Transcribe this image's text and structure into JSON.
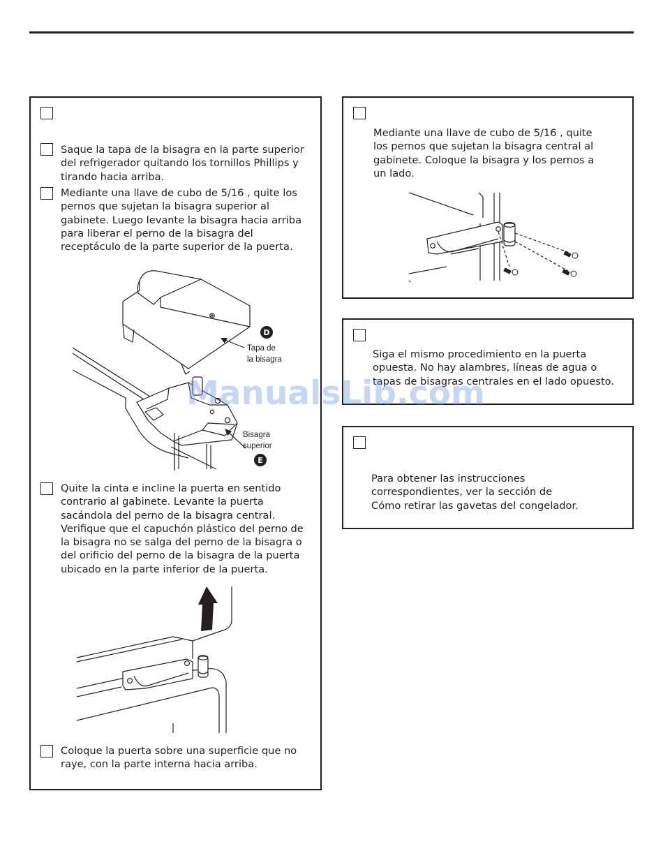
{
  "watermark": "ManualsLib.com",
  "left_panel": {
    "step_1": "Saque la tapa de la bisagra en la parte superior\ndel refrigerador quitando los tornillos Phillips y\ntirando hacia arriba.",
    "step_2": "Mediante una llave de cubo de 5/16   , quite los\npernos que sujetan la bisagra superior al\ngabinete. Luego levante la bisagra hacia arriba\npara liberar el perno de la bisagra del\nreceptáculo de la parte superior de la puerta.",
    "figure_top": {
      "label_d_line1": "Tapa de",
      "label_d_line2": "la bisagra",
      "badge_d": "D",
      "label_e_line1": "Bisagra",
      "label_e_line2": "superior",
      "badge_e": "E"
    },
    "step_3": "Quite la cinta e incline la puerta en sentido\ncontrario al gabinete. Levante la puerta\nsacándola del perno de la bisagra central.\nVerifique que el capuchón plástico del perno de\nla bisagra no se salga del perno de la bisagra o\ndel orificio del perno de la bisagra de la puerta\nubicado en la parte inferior de la puerta.",
    "step_4": "Coloque la puerta sobre una superficie que no\nraye, con la parte interna hacia arriba."
  },
  "right_panel_1": {
    "text": "Mediante una llave de cubo de 5/16   , quite\nlos pernos que sujetan la bisagra central al\ngabinete. Coloque la bisagra y los pernos a\nun lado."
  },
  "right_panel_2": {
    "text": "Siga el mismo procedimiento en la puerta\nopuesta. No hay alambres, líneas de agua o\ntapas de bisagras centrales en el lado opuesto."
  },
  "right_panel_3": {
    "text": "Para obtener las instrucciones\ncorrespondientes, ver la sección de\nCómo retirar las gavetas del congelador."
  },
  "colors": {
    "ink": "#231f20",
    "watermark": "#78a0e6"
  }
}
